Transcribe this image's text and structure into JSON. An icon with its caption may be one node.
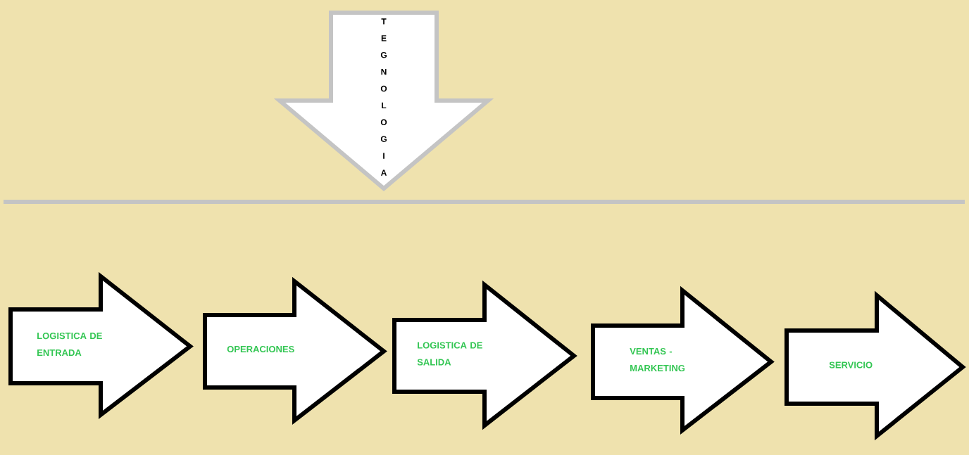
{
  "diagram": {
    "nodes": [
      {
        "text": [
          "TEGNOLOGIA"
        ]
      },
      {
        "text": [
          "LOGISTICA DE ENTRADA"
        ]
      },
      {
        "text": [
          "OPERACIONES"
        ]
      },
      {
        "text": [
          "LOGISTICA DE SALIDA"
        ]
      },
      {
        "text": [
          "VENTAS - MARKETING"
        ]
      },
      {
        "text": [
          "SERVICIO"
        ]
      }
    ]
  }
}
